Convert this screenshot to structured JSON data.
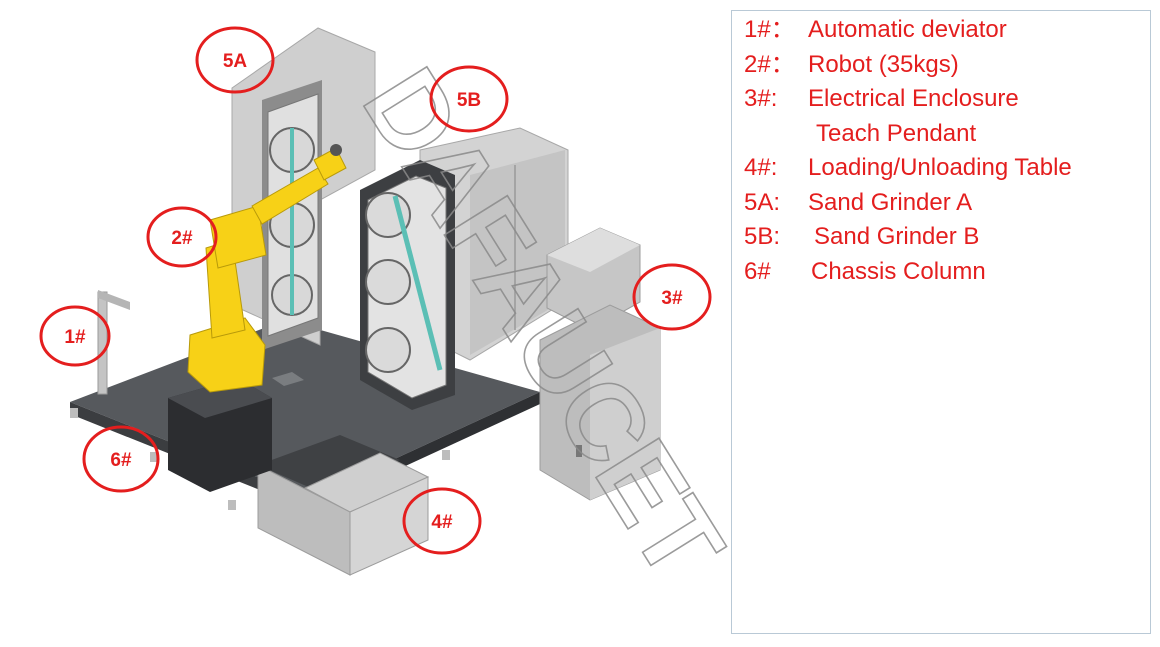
{
  "colors": {
    "accent_red": "#e41e1e",
    "legend_border": "#b9c9d6",
    "robot_yellow": "#f7d117",
    "machine_grey": "#c9c9c9",
    "base_dark": "#505357",
    "watermark": "#8a8a8a"
  },
  "callouts": [
    {
      "label": "1#"
    },
    {
      "label": "2#"
    },
    {
      "label": "3#"
    },
    {
      "label": "4#"
    },
    {
      "label": "5A"
    },
    {
      "label": "5B"
    },
    {
      "label": "6#"
    }
  ],
  "watermark_text": "DAFAUCET",
  "legend": [
    {
      "code": "1#：",
      "text": "Automatic deviator"
    },
    {
      "code": "2#：",
      "text": "Robot (35kgs)"
    },
    {
      "code": "3#:",
      "text": "Electrical Enclosure"
    },
    {
      "code": "",
      "text": "Teach Pendant"
    },
    {
      "code": "4#:",
      "text": "Loading/Unloading Table"
    },
    {
      "code": "5A:",
      "text": "Sand Grinder A"
    },
    {
      "code": "5B:",
      "text": "Sand Grinder B"
    },
    {
      "code": "6#",
      "text": "Chassis Column"
    }
  ]
}
